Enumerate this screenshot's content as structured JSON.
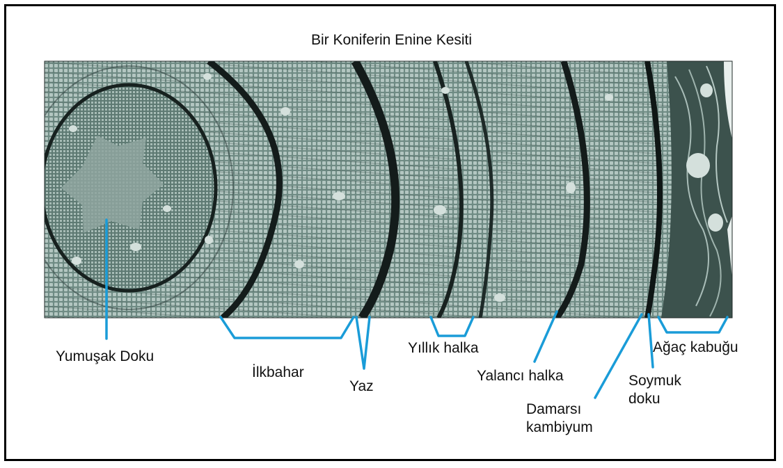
{
  "title": "Bir Koniferin Enine Kesiti",
  "colors": {
    "accent_line": "#1a9cd8",
    "wood_base": "#7c9790",
    "late_wood": "#141c1b",
    "resin_duct": "#cfdcd8"
  },
  "labels": {
    "pith": "Yumuşak Doku",
    "earlywood": "İlkbahar",
    "latewood": "Yaz",
    "annual_ring": "Yıllık halka",
    "false_ring": "Yalancı halka",
    "cambium": [
      "Damarsı",
      "kambiyum"
    ],
    "phloem": [
      "Soymuk",
      "doku"
    ],
    "bark": "Ağaç kabuğu"
  }
}
